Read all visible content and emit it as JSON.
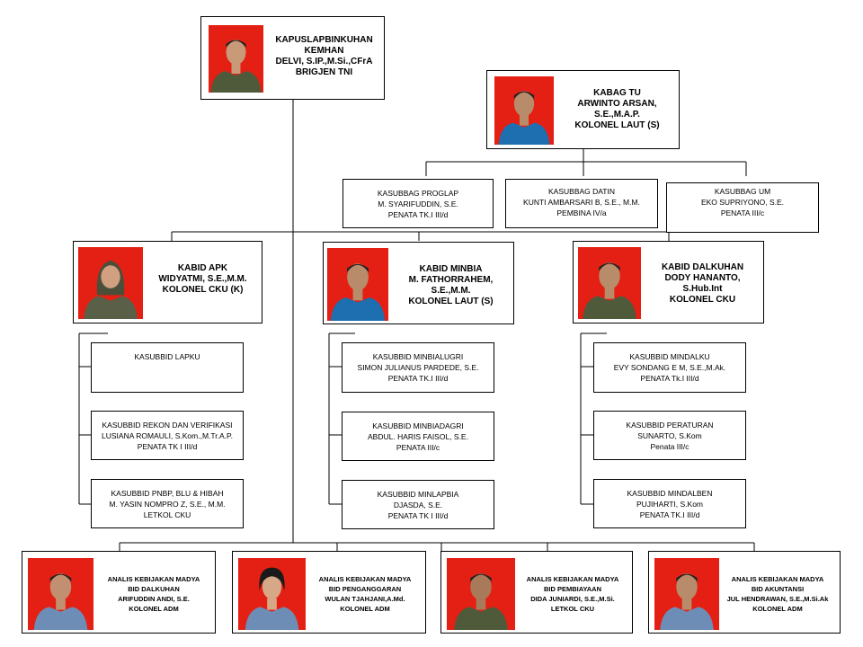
{
  "head": {
    "lines": [
      "KAPUSLAPBINKUHAN",
      "KEMHAN",
      "DELVI, S.IP.,M.Si.,CFrA",
      "BRIGJEN TNI"
    ],
    "photo": "uniform-army-green"
  },
  "kabag_tu": {
    "lines": [
      "KABAG TU",
      "ARWINTO ARSAN,",
      "S.E.,M.A.P.",
      "KOLONEL LAUT (S)"
    ],
    "photo": "uniform-navy-blue"
  },
  "kasubbag": [
    {
      "lines": [
        "KASUBBAG PROGLAP",
        "M. SYARIFUDDIN, S.E.",
        "PENATA TK.I III/d"
      ]
    },
    {
      "lines": [
        "KASUBBAG DATIN",
        "KUNTI AMBARSARI B, S.E., M.M.",
        "PEMBINA IV/a"
      ]
    },
    {
      "lines": [
        "KASUBBAG UM",
        "EKO SUPRIYONO, S.E.",
        "PENATA III/c"
      ]
    }
  ],
  "kabid": [
    {
      "lines": [
        "KABID APK",
        "WIDYATMI, S.E.,M.M.",
        "KOLONEL CKU (K)"
      ],
      "photo": "uniform-army-green-hijab",
      "subs": [
        {
          "lines": [
            "KASUBBID LAPKU"
          ]
        },
        {
          "lines": [
            "KASUBBID REKON DAN VERIFIKASI",
            "LUSIANA ROMAULI, S.Kom.,M.Tr.A.P.",
            "PENATA TK I III/d"
          ]
        },
        {
          "lines": [
            "KASUBBID PNBP, BLU & HIBAH",
            "M. YASIN NOMPRO Z, S.E., M.M.",
            "LETKOL CKU"
          ]
        }
      ]
    },
    {
      "lines": [
        "KABID MINBIA",
        "M. FATHORRAHEM,",
        "S.E.,M.M.",
        "KOLONEL LAUT (S)"
      ],
      "photo": "uniform-navy-blue",
      "subs": [
        {
          "lines": [
            "KASUBBID MINBIALUGRI",
            "SIMON JULIANUS PARDEDE, S.E.",
            "PENATA TK.I III/d"
          ]
        },
        {
          "lines": [
            "KASUBBID MINBIADAGRI",
            "ABDUL. HARIS FAISOL, S.E.",
            "PENATA III/c"
          ]
        },
        {
          "lines": [
            "KASUBBID MINLAPBIA",
            "DJASDA, S.E.",
            "PENATA TK I III/d"
          ]
        }
      ]
    },
    {
      "lines": [
        "KABID DALKUHAN",
        "DODY HANANTO,",
        "S.Hub.Int",
        "KOLONEL CKU"
      ],
      "photo": "uniform-army-green",
      "subs": [
        {
          "lines": [
            "KASUBBID MINDALKU",
            "EVY SONDANG E M, S.E.,M.Ak.",
            "PENATA Tk.I  III/d"
          ]
        },
        {
          "lines": [
            "KASUBBID PERATURAN",
            "SUNARTO, S.Kom",
            "Penata III/c"
          ]
        },
        {
          "lines": [
            "KASUBBID MINDALBEN",
            "PUJIHARTI, S.Kom",
            "PENATA TK.I III/d"
          ]
        }
      ]
    }
  ],
  "analis": [
    {
      "lines": [
        "ANALIS KEBIJAKAN MADYA",
        "BID DALKUHAN",
        "ARIFUDDIN ANDI, S.E.",
        "KOLONEL ADM"
      ],
      "photo": "uniform-air-force-blue"
    },
    {
      "lines": [
        "ANALIS KEBIJAKAN MADYA",
        "BID PENGANGGARAN",
        "WULAN TJAHJANI,A.Md.",
        "KOLONEL ADM"
      ],
      "photo": "uniform-air-force-blue-female"
    },
    {
      "lines": [
        "ANALIS KEBIJAKAN MADYA",
        "BID PEMBIAYAAN",
        "DIDA JUNIARDI, S.E.,M.Si.",
        "LETKOL CKU"
      ],
      "photo": "uniform-army-green"
    },
    {
      "lines": [
        "ANALIS KEBIJAKAN MADYA",
        "BID AKUNTANSI",
        "JUL HENDRAWAN, S.E.,M.Si.Ak",
        "KOLONEL ADM"
      ],
      "photo": "uniform-air-force-blue"
    }
  ],
  "colors": {
    "photo_background": "#e41f13",
    "army": "#4f5a3a",
    "navy": "#1e6fb0",
    "airforce": "#6d8db6",
    "line": "#000000"
  }
}
